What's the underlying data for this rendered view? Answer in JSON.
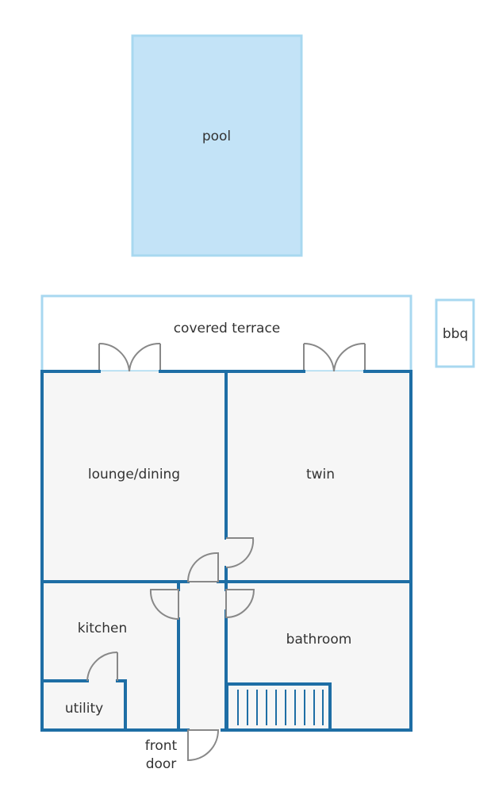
{
  "labels": {
    "pool": "pool",
    "covered_terrace": "covered terrace",
    "bbq": "bbq",
    "lounge_dining": "lounge/dining",
    "twin": "twin",
    "kitchen": "kitchen",
    "bathroom": "bathroom",
    "utility": "utility",
    "front_door_line1": "front",
    "front_door_line2": "door"
  },
  "colors": {
    "pool_fill": "#c3e3f7",
    "pool_stroke": "#a8d8f0",
    "terrace_stroke": "#a8d8f0",
    "wall": "#1e6ea5",
    "room_fill": "#f6f6f6",
    "door": "#888888",
    "text": "#333333"
  }
}
